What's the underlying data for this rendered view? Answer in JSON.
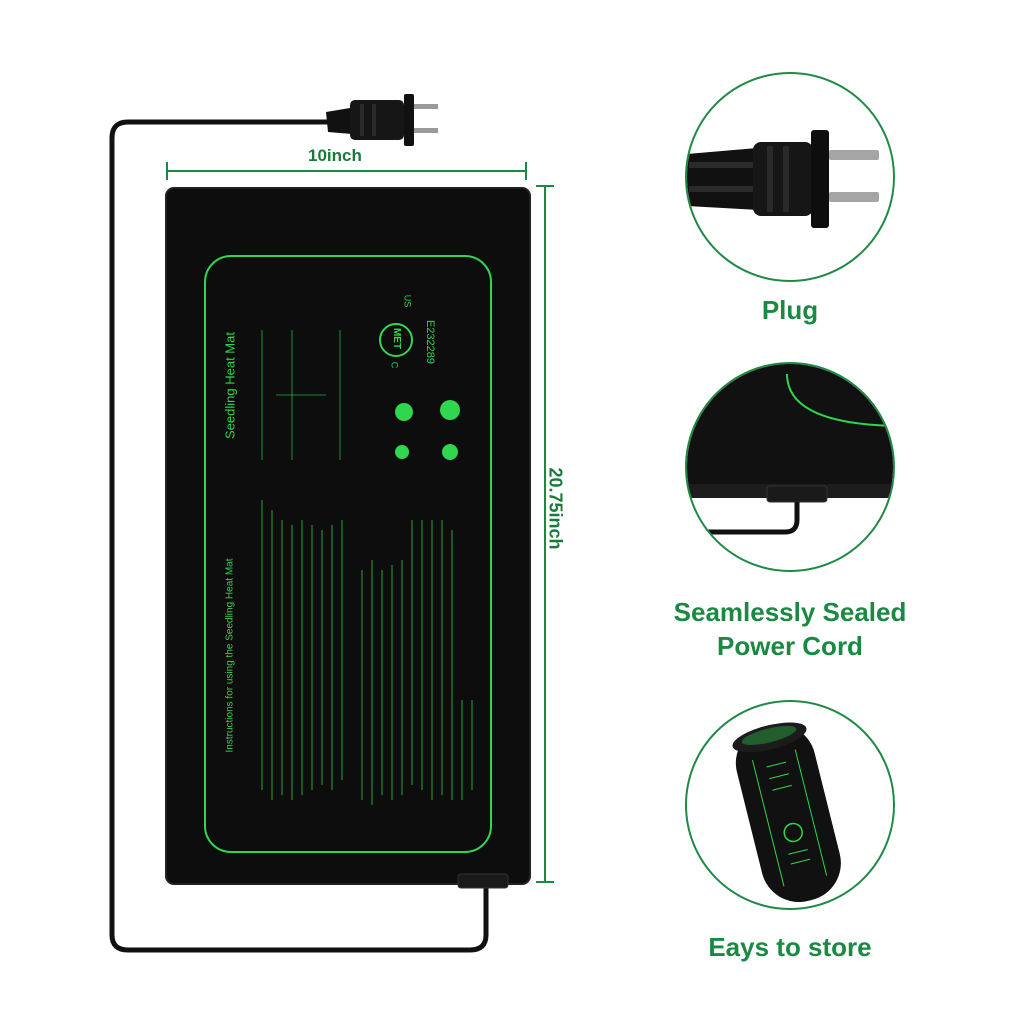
{
  "dimensions": {
    "width_label": "10inch",
    "height_label": "20.75inch"
  },
  "mat": {
    "title": "Seedling Heat Mat",
    "instructions_heading": "Instructions for using the Seedling Heat Mat",
    "cert_mark": "MET",
    "cert_c": "C",
    "cert_us": "US",
    "cert_number": "E232289"
  },
  "features": [
    {
      "label": "Plug",
      "icon": "plug-icon"
    },
    {
      "label_line1": "Seamlessly Sealed",
      "label_line2": "Power Cord",
      "icon": "cord-icon"
    },
    {
      "label": "Eays to store",
      "icon": "rolled-mat-icon"
    }
  ],
  "colors": {
    "accent": "#1a8a43",
    "mat_black": "#0d0d0d",
    "mat_green": "#2fd64e"
  }
}
